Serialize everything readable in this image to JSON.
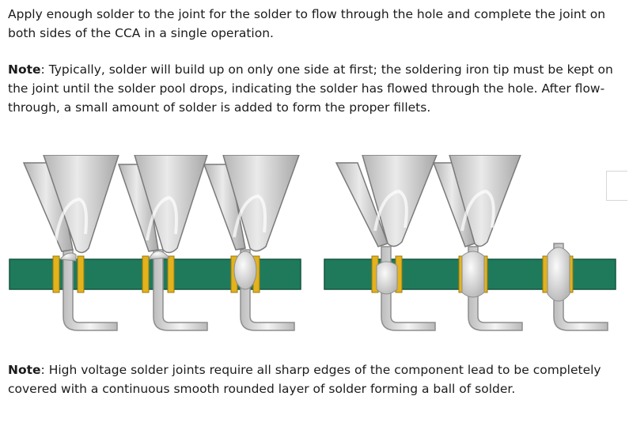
{
  "paragraph1": {
    "text": "Apply enough solder to the joint for the solder to flow through the hole and complete the joint on both sides of the CCA in a single operation."
  },
  "paragraph2": {
    "label": "Note",
    "text": ": Typically, solder will build up on only one side at first; the soldering iron tip must be kept on the joint until the solder pool drops, indicating the solder has flowed through the hole.  After flow-through, a small amount of solder is added to form the proper fillets."
  },
  "paragraph3": {
    "label": "Note",
    "text": ":  High voltage solder joints require all sharp edges of the component lead to be completely covered with a continuous smooth rounded layer of solder forming a ball of solder."
  },
  "illustration": {
    "description_icon": "solder-flow-through-icon",
    "colors": {
      "board": "#1f7a5c",
      "board_edge": "#145441",
      "plating": "#e3b21c",
      "lead": "#d7d7d7",
      "lead_edge": "#8e8e8e",
      "iron": "#c9c9c9",
      "iron_edge": "#7a7a7a",
      "solder": "#e8e8e8"
    }
  }
}
